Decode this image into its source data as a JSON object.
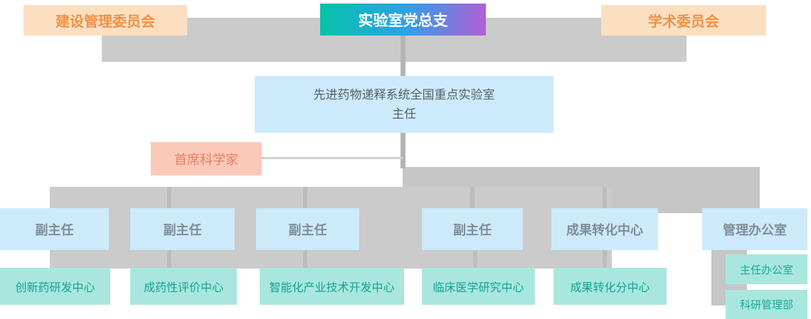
{
  "chart": {
    "committee_left": "建设管理委员会",
    "party_branch": "实验室党总支",
    "committee_right": "学术委员会",
    "director_line1": "先进药物递释系统全国重点实验室",
    "director_line2": "主任",
    "chief_scientist": "首席科学家",
    "deputies": [
      "副主任",
      "副主任",
      "副主任",
      "副主任"
    ],
    "transfer_center": "成果转化中心",
    "admin_office": "管理办公室",
    "centers": [
      "创新药研发中心",
      "成药性评价中心",
      "智能化产业技术开发中心",
      "临床医学研究中心",
      "成果转化分中心"
    ],
    "admin_sub_offices": [
      "主任办公室",
      "科研管理部"
    ]
  },
  "colors": {
    "committee_bg": "#fcdfc1",
    "committee_text": "#ef9245",
    "party_gradient_start": "#04c4a5",
    "party_gradient_mid": "#2f9fe8",
    "party_gradient_end": "#b45ed6",
    "party_text": "#ffffff",
    "management_bg": "#cdeafb",
    "management_text": "#7f8d98",
    "director_text": "#57616a",
    "chief_bg": "#fcc9b9",
    "chief_text": "#e57f66",
    "center_bg": "#a9e7de",
    "center_text": "#16a294",
    "connector_gray": "#cbcbcb",
    "connector_line_gray": "#b4b4b4"
  }
}
